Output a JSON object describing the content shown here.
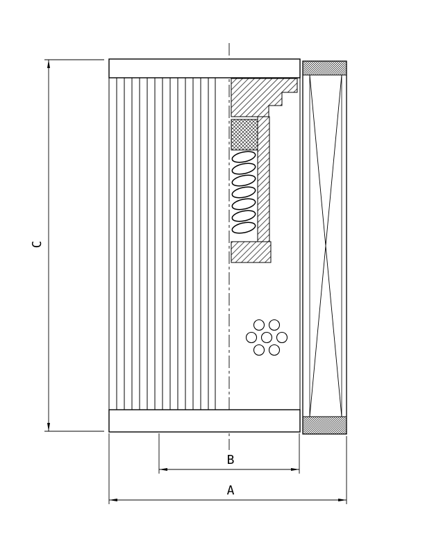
{
  "page": {
    "background": "#ffffff",
    "line_color": "#000000"
  },
  "drawing": {
    "dimension_labels": {
      "a": "A",
      "b": "B",
      "c": "C"
    }
  }
}
